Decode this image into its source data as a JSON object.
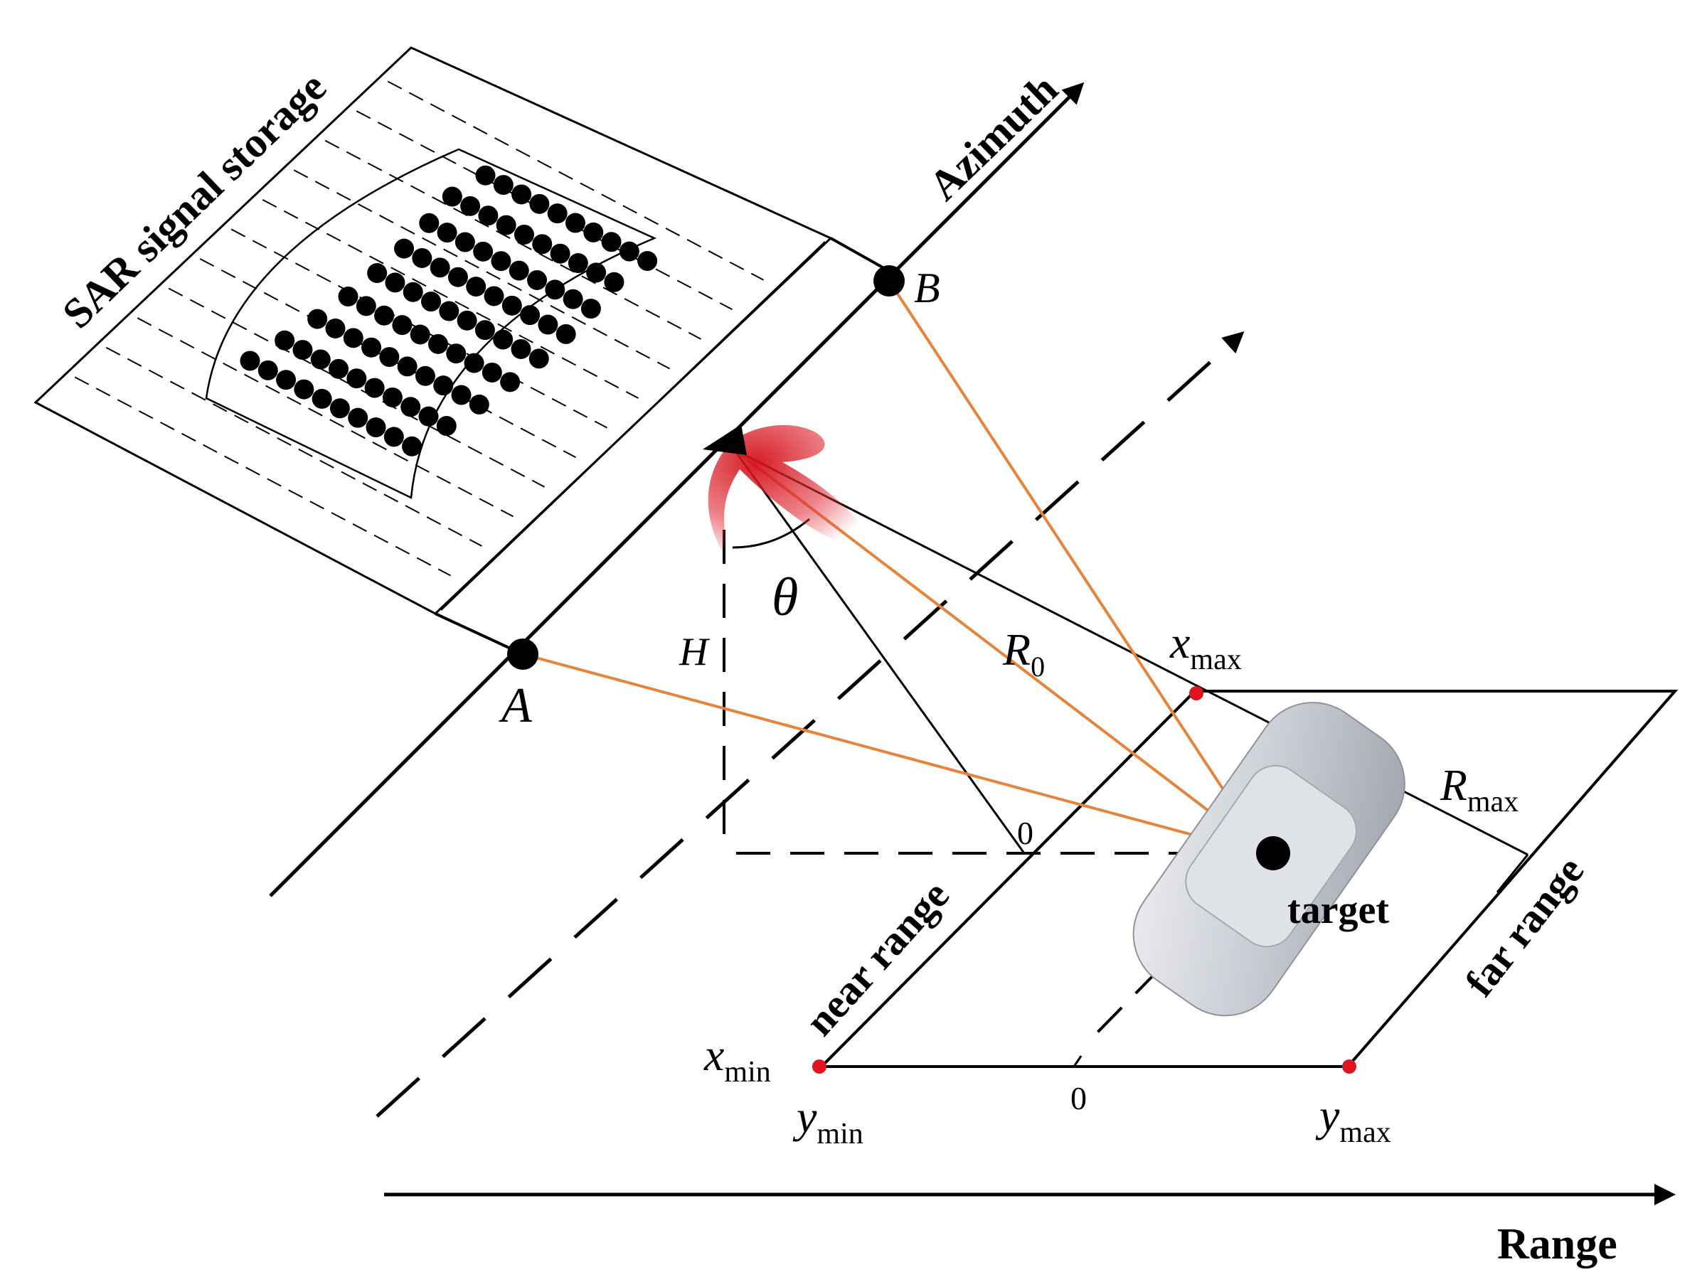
{
  "labels": {
    "storage": "SAR signal storage",
    "azimuth": "Azimuth",
    "range": "Range",
    "near_range": "near range",
    "far_range": "far range",
    "target": "target",
    "point_a": "A",
    "point_b": "B",
    "height": "H",
    "theta": "θ",
    "r0_main": "R",
    "r0_sub": "0",
    "rmax_main": "R",
    "rmax_sub": "max",
    "xmax_main": "x",
    "xmax_sub": "max",
    "xmin_main": "x",
    "xmin_sub": "min",
    "ymin_main": "y",
    "ymin_sub": "min",
    "ymax_main": "y",
    "ymax_sub": "max",
    "origin_upper": "0",
    "origin_lower": "0"
  },
  "colors": {
    "lines": "#000000",
    "slant_rays": "#e8833a",
    "corner_points": "#e0141e",
    "beam": "#d4101a",
    "target_body": "#c9ccd3"
  }
}
